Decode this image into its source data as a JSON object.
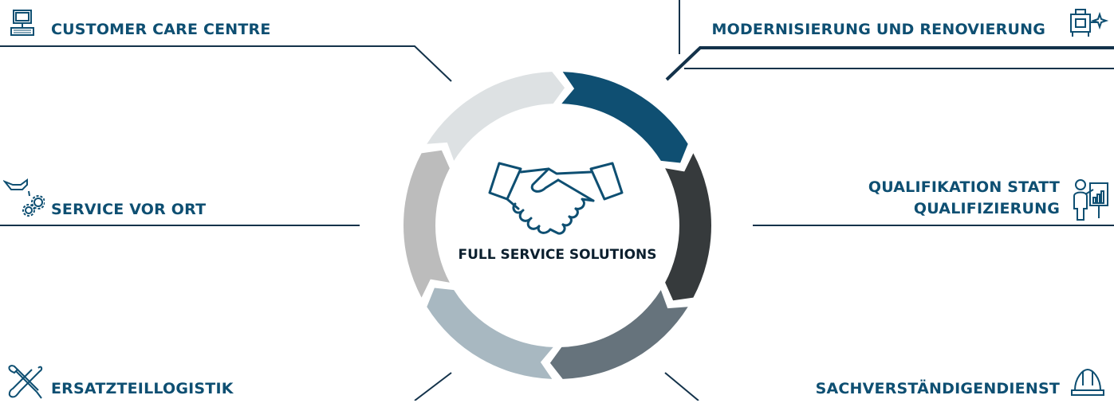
{
  "center": {
    "title": "FULL SERVICE SOLUTIONS",
    "icon": "handshake-icon"
  },
  "items": [
    {
      "label": "CUSTOMER CARE CENTRE",
      "icon": "computer-icon"
    },
    {
      "label": "SERVICE VOR ORT",
      "icon": "oilcan-gears-icon"
    },
    {
      "label": "ERSATZTEILLOGISTIK",
      "icon": "wrench-screwdriver-icon"
    },
    {
      "label": "MODERNISIERUNG UND RENOVIERUNG",
      "icon": "machine-sparkle-icon"
    },
    {
      "label_line1": "QUALIFIKATION STATT",
      "label_line2": "QUALIFIZIERUNG",
      "icon": "presenter-chart-icon"
    },
    {
      "label": "SACHVERSTÄNDIGENDIENST",
      "icon": "hardhat-icon"
    }
  ],
  "colors": {
    "brand": "#0e4f72",
    "segments": [
      "#0f4f72",
      "#363a3c",
      "#66737c",
      "#a8b8c1",
      "#bcbcbc",
      "#dde1e3"
    ]
  }
}
